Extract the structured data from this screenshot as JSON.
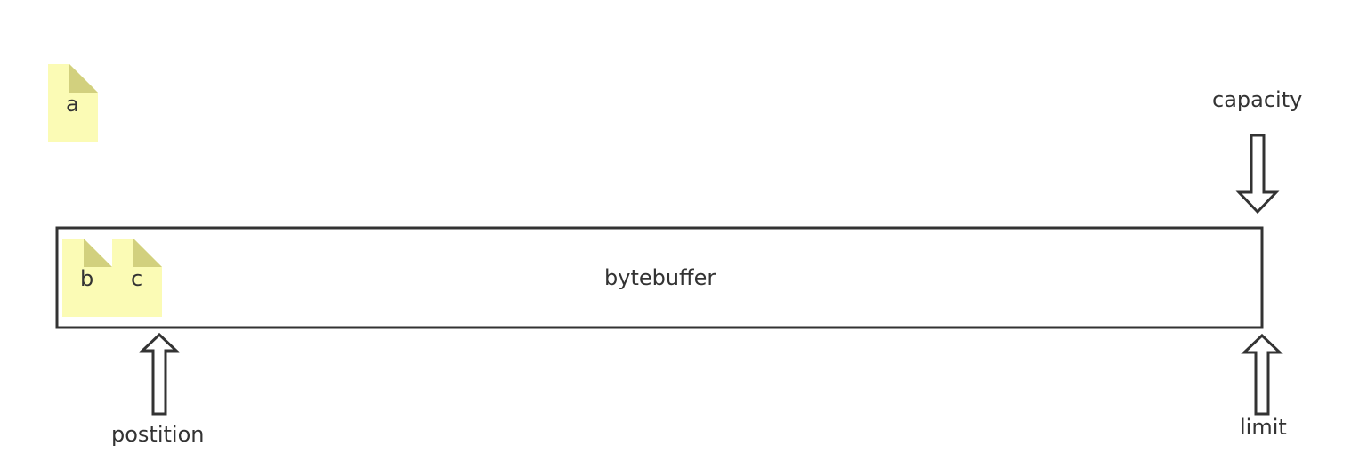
{
  "notes": [
    {
      "id": "a",
      "label": "a"
    },
    {
      "id": "b",
      "label": "b"
    },
    {
      "id": "c",
      "label": "c"
    }
  ],
  "buffer": {
    "label": "bytebuffer"
  },
  "pointers": {
    "capacity": {
      "label": "capacity"
    },
    "position": {
      "label": "postition"
    },
    "limit": {
      "label": "limit"
    }
  },
  "colors": {
    "note_fill": "#fbfbb5",
    "note_fold": "#d2d07e",
    "stroke": "#333333",
    "text": "#333333",
    "background": "#ffffff"
  }
}
